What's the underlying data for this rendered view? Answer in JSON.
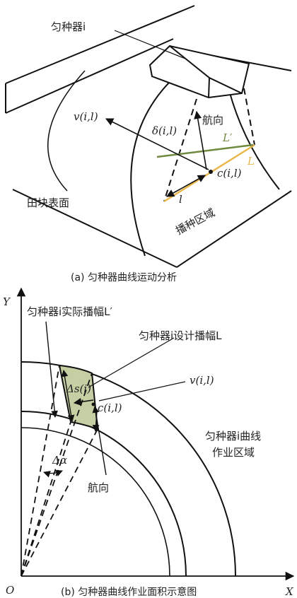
{
  "panel_a": {
    "caption": "(a) 匀种器曲线运动分析",
    "seeder_label": "匀种器i",
    "velocity_label": "v(i,l)",
    "delta_label": "δ(i,l)",
    "heading_label": "航向",
    "center_label": "c(i,l)",
    "l_label": "l",
    "L_label": "L",
    "Lprime_label": "L′",
    "field_label": "田块表面",
    "area_label": "播种区域",
    "colors": {
      "L_line": "#e8b84a",
      "Lprime_line": "#6f8a3f"
    }
  },
  "panel_b": {
    "caption": "(b) 匀种器曲线作业面积示意图",
    "y_axis": "Y",
    "x_axis": "X",
    "origin": "O",
    "actual_width_label": "匀种器i实际播幅L′",
    "design_width_label": "匀种器i设计播幅L",
    "velocity_label": "v(i,l)",
    "ds_label": "Δs(i)",
    "center_label": "c(i,l)",
    "dalpha_label": "Δα",
    "heading_label": "航向",
    "region_label_line1": "匀种器i曲线",
    "region_label_line2": "作业区域",
    "colors": {
      "patch_fill": "#c5cfa3"
    }
  }
}
